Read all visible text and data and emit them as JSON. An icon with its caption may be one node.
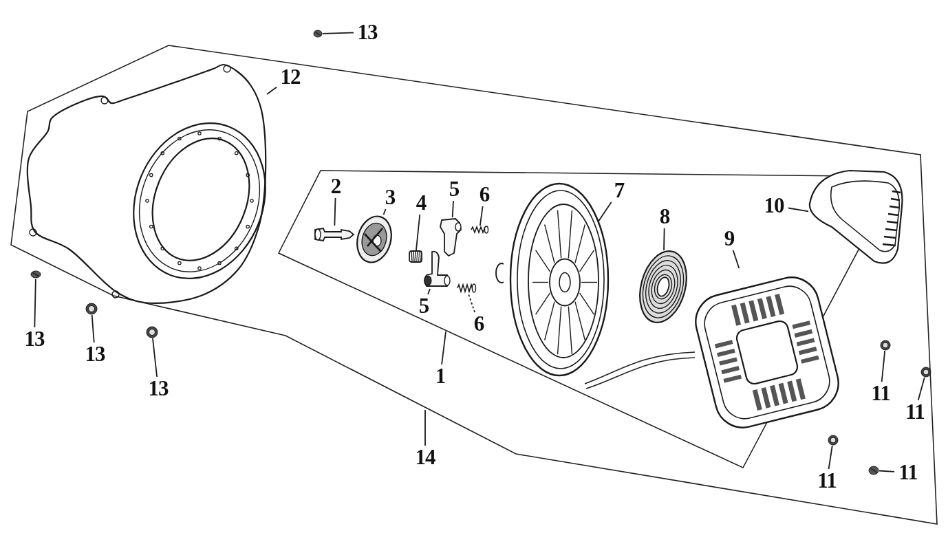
{
  "diagram": {
    "nodes": [
      {
        "text": [
          "13"
        ]
      },
      {
        "text": [],
        "shape": "picture"
      },
      {
        "text": [
          "12"
        ]
      },
      {
        "text": [],
        "shape": "picture"
      },
      {
        "text": [
          "2"
        ]
      },
      {
        "text": [],
        "shape": "picture"
      },
      {
        "text": [
          "3"
        ]
      },
      {
        "text": [],
        "shape": "picture"
      },
      {
        "text": [
          "4"
        ]
      },
      {
        "text": [],
        "shape": "picture"
      },
      {
        "text": [
          "5"
        ]
      },
      {
        "text": [],
        "shape": "picture"
      },
      {
        "text": [
          "6"
        ]
      },
      {
        "text": [],
        "shape": "picture"
      },
      {
        "text": [
          "7"
        ]
      },
      {
        "text": [],
        "shape": "picture"
      },
      {
        "text": [
          "8"
        ]
      },
      {
        "text": [],
        "shape": "picture"
      },
      {
        "text": [
          "10"
        ]
      },
      {
        "text": [],
        "shape": "picture"
      },
      {
        "text": [
          "9"
        ]
      },
      {
        "text": [],
        "shape": "picture"
      },
      {
        "text": [],
        "shape": "picture"
      },
      {
        "text": [
          "5"
        ]
      },
      {
        "text": [],
        "shape": "picture"
      },
      {
        "text": [
          "6"
        ]
      },
      {
        "text": [],
        "shape": "picture"
      },
      {
        "text": [
          "13"
        ]
      },
      {
        "text": [],
        "shape": "picture"
      },
      {
        "text": [
          "13"
        ]
      },
      {
        "text": [],
        "shape": "picture"
      },
      {
        "text": [
          "13"
        ]
      },
      {
        "text": [
          "1"
        ]
      },
      {
        "text": [],
        "shape": "picture"
      },
      {
        "text": [
          "11"
        ]
      },
      {
        "text": [],
        "shape": "picture"
      },
      {
        "text": [
          "11"
        ]
      },
      {
        "text": [],
        "shape": "picture"
      },
      {
        "text": [
          "11"
        ]
      },
      {
        "text": [],
        "shape": "picture"
      },
      {
        "text": [
          "11"
        ]
      },
      {
        "text": [
          "14"
        ]
      }
    ],
    "edges": [
      {
        "from": 0,
        "to": 1,
        "arrow": "none"
      },
      {
        "from": 2,
        "to": 3,
        "arrow": "none"
      },
      {
        "from": 4,
        "to": 5,
        "arrow": "none"
      },
      {
        "from": 6,
        "to": 7,
        "arrow": "none"
      },
      {
        "from": 8,
        "to": 9,
        "arrow": "none"
      },
      {
        "from": 10,
        "to": 11,
        "arrow": "none"
      },
      {
        "from": 12,
        "to": 13,
        "arrow": "none"
      },
      {
        "from": 14,
        "to": 15,
        "arrow": "none"
      },
      {
        "from": 16,
        "to": 17,
        "arrow": "none"
      },
      {
        "from": 18,
        "to": 19,
        "arrow": "none"
      },
      {
        "from": 20,
        "to": 21,
        "arrow": "none"
      },
      {
        "from": 23,
        "to": 22,
        "arrow": "none"
      },
      {
        "from": 25,
        "to": 24,
        "arrow": "none",
        "style": "dashed"
      },
      {
        "from": 27,
        "to": 26,
        "arrow": "none"
      },
      {
        "from": 29,
        "to": 28,
        "arrow": "none"
      },
      {
        "from": 31,
        "to": 30,
        "arrow": "none"
      },
      {
        "from": 32,
        "to": null,
        "arrow": "none"
      },
      {
        "from": 34,
        "to": 33,
        "arrow": "none"
      },
      {
        "from": 36,
        "to": 35,
        "arrow": "none"
      },
      {
        "from": 38,
        "to": 37,
        "arrow": "none"
      },
      {
        "from": 40,
        "to": 39,
        "arrow": "none"
      },
      {
        "from": 41,
        "to": null,
        "arrow": "none"
      }
    ]
  }
}
